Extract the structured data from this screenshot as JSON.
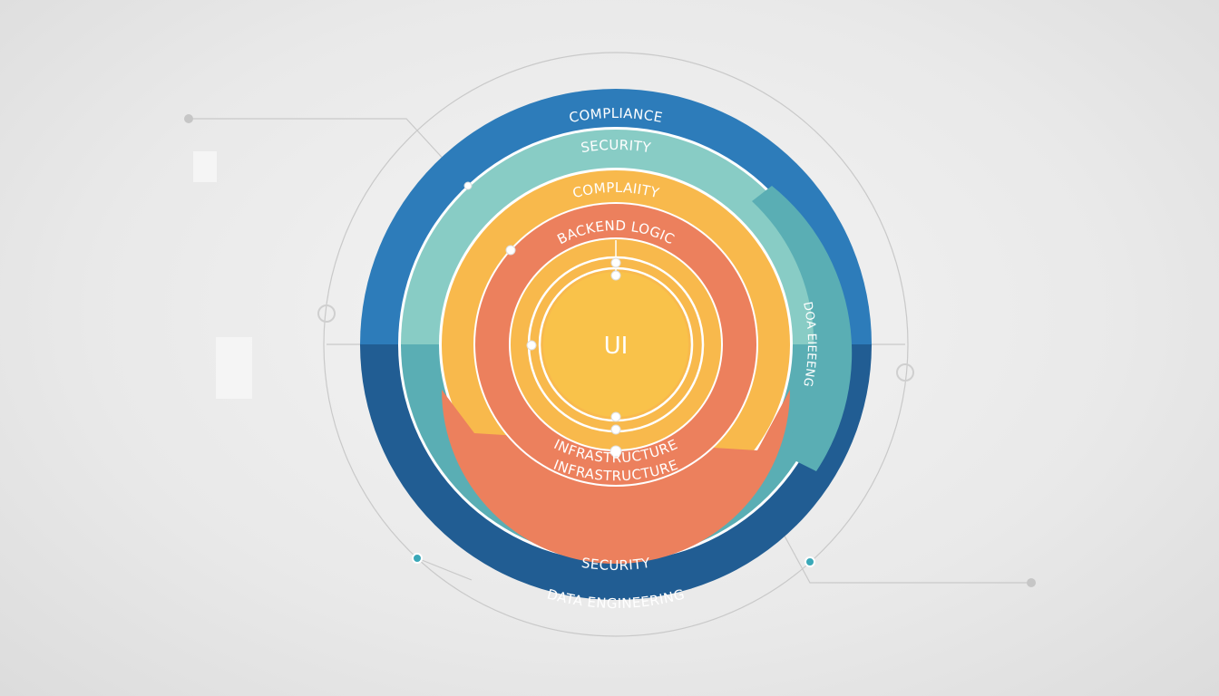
{
  "rings": {
    "outer_top": "COMPLIANCE",
    "outer_bottom": "DATA ENGINEERING",
    "teal_top": "SECURITY",
    "teal_bottom": "SECURITY",
    "teal_right": "DOA EIEEENG",
    "orange_top": "COMPLAIITY",
    "red_top": "BACKEND LOGIC",
    "red_bottom_1": "INFRASTRUCTURE",
    "red_bottom_2": "INFRASTRUCTURE",
    "center": "UI"
  },
  "colors": {
    "blue_top": "#2d7cba",
    "blue_bottom": "#215d93",
    "teal_top": "#88ccc5",
    "teal_bottom": "#5aaeb4",
    "orange": "#f8b94c",
    "red": "#ec805d",
    "center": "#f9c24a"
  }
}
